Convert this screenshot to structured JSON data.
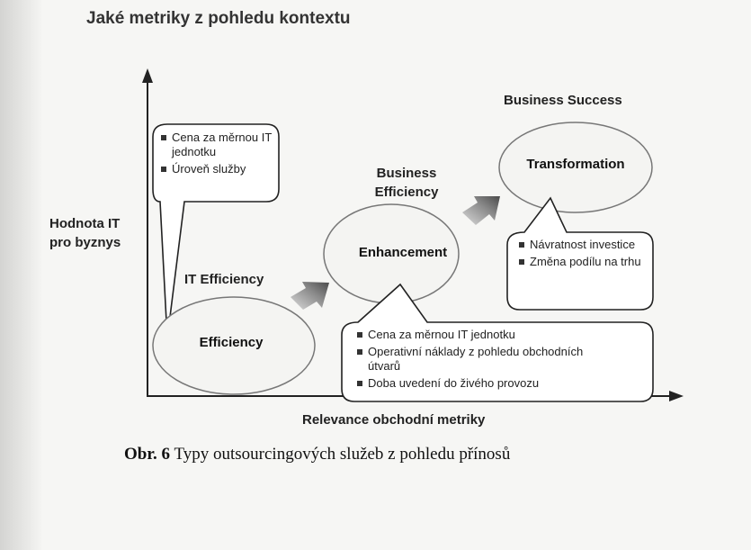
{
  "title": "Jaké metriky z pohledu kontextu",
  "axis": {
    "y_label_line1": "Hodnota IT",
    "y_label_line2": "pro byznys",
    "x_label": "Relevance obchodní metriky"
  },
  "levels": [
    {
      "label": "IT Efficiency",
      "ellipse": "Efficiency"
    },
    {
      "label_line1": "Business",
      "label_line2": "Efficiency",
      "ellipse": "Enhancement"
    },
    {
      "label": "Business Success",
      "ellipse": "Transformation"
    }
  ],
  "callouts": {
    "efficiency": [
      "Cena za měrnou IT jednotku",
      "Úroveň služby"
    ],
    "enhancement": [
      "Cena za měrnou IT jednotku",
      "Operativní náklady z pohledu obchodních útvarů",
      "Doba uvedení do živého provozu"
    ],
    "transformation": [
      "Návratnost investice",
      "Změna podílu na trhu"
    ]
  },
  "caption": {
    "label": "Obr. 6",
    "text": "Typy outsourcingových služeb z pohledu přínosů"
  }
}
